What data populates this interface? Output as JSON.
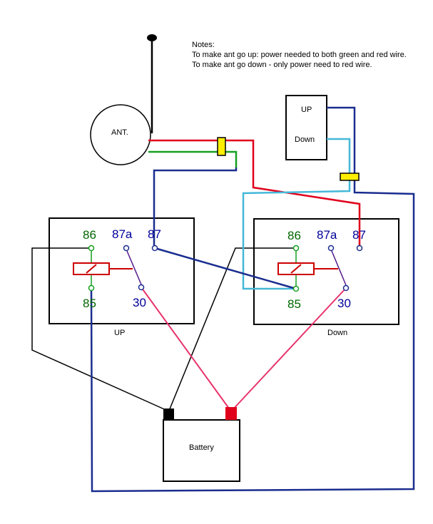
{
  "notes": {
    "heading": "Notes:",
    "line1": "To make ant go up: power needed to both green and red wire.",
    "line2": "To make ant go down - only power need to red wire."
  },
  "antenna": {
    "label": "ANT."
  },
  "switch": {
    "up_label": "UP",
    "down_label": "Down"
  },
  "relay_up": {
    "caption": "UP",
    "terminals": {
      "t86": "86",
      "t87a": "87a",
      "t87": "87",
      "t85": "85",
      "t30": "30"
    }
  },
  "relay_down": {
    "caption": "Down",
    "terminals": {
      "t86": "86",
      "t87a": "87a",
      "t87": "87",
      "t85": "85",
      "t30": "30"
    }
  },
  "battery": {
    "label": "Battery"
  },
  "colors": {
    "wire_red": "#e0001b",
    "wire_green": "#16a021",
    "wire_blue": "#1a2d8f",
    "wire_cyan": "#45b8d8",
    "wire_pink": "#e8336b",
    "wire_black": "#000000",
    "terminal_green": "#006600",
    "terminal_blue": "#000099",
    "coil_red": "#cc0000",
    "connector_yellow": "#ffee00"
  }
}
